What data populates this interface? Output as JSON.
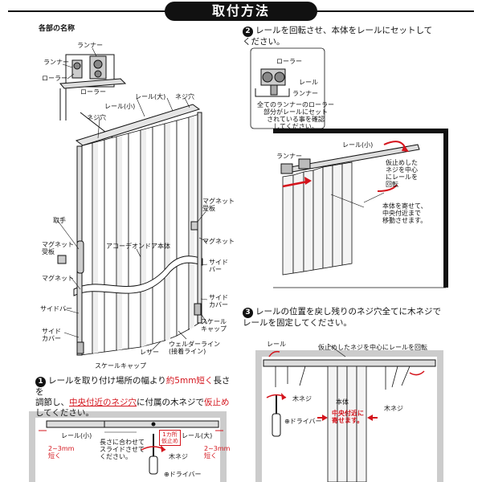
{
  "title": "取付方法",
  "parts": {
    "heading": "各部の名称",
    "runner_top": "ランナー",
    "runner_left": "ランナー",
    "roller_left": "ローラー",
    "roller_center": "ローラー",
    "rail_small": "レール(小)",
    "rail_large": "レール(大)",
    "screw_hole_left": "ネジ穴",
    "screw_hole_right": "ネジ穴",
    "magnet_receiver_right": "マグネット\n受板",
    "magnet_right": "マグネット",
    "handle": "取手",
    "magnet_receiver_left": "マグネット\n受板",
    "magnet_left": "マグネット",
    "body": "アコーデオンドア本体",
    "side_bar_right": "サイド\nバー",
    "side_cover_right": "サイド\nカバー",
    "side_bar_left": "サイドバー",
    "side_cover_left": "サイド\nカバー",
    "scale_cap_right": "スケール\nキャップ",
    "leather": "レザー",
    "welder_line": "ウェルダーライン\n(接着ライン)",
    "scale_cap_bottom": "スケールキャップ"
  },
  "step1": {
    "number": "1",
    "text_a": "レールを取り付け場所の幅より",
    "text_red": "約5mm短く",
    "text_b": "長さを",
    "text_c": "調節し、",
    "text_red2": "中央付近のネジ穴",
    "text_d": "に付属の木ネジで",
    "text_red3": "仮止め",
    "text_e": "してください。",
    "rail_small": "レール(小)",
    "rail_large": "レール(大)",
    "slide_note": "長さに合わせて\nスライドさせて\nください。",
    "one_point": "1カ所\n仮止め",
    "gap_left": "2~3mm\n短く",
    "gap_right": "2~3mm\n短く",
    "wood_screw": "木ネジ",
    "driver": "⊕ドライバー"
  },
  "step2": {
    "number": "2",
    "text": "レールを回転させ、本体をレールにセットして\nください。",
    "roller": "ローラー",
    "rail": "レール",
    "runner_zoom": "ランナー",
    "note": "全てのランナーのローラー\n部分がレールにセット\nされている事を確認\nしてください。",
    "rail_small": "レール(小)",
    "runner": "ランナー",
    "rotate_note": "仮止めした\nネジを中心\nにレールを\n回転",
    "move_note": "本体を寄せて、\n中央付近まで\n移動させます。"
  },
  "step3": {
    "number": "3",
    "text": "レールの位置を戻し残りのネジ穴全てに木ネジで\nレールを固定してください。",
    "rail": "レール",
    "rotate_note": "仮止めしたネジを中心にレールを回転",
    "wood_screw_left": "木ネジ",
    "wood_screw_right": "木ネジ",
    "body": "本体",
    "driver": "⊕ドライバー",
    "center_note": "中央付近に\n寄せます。"
  }
}
